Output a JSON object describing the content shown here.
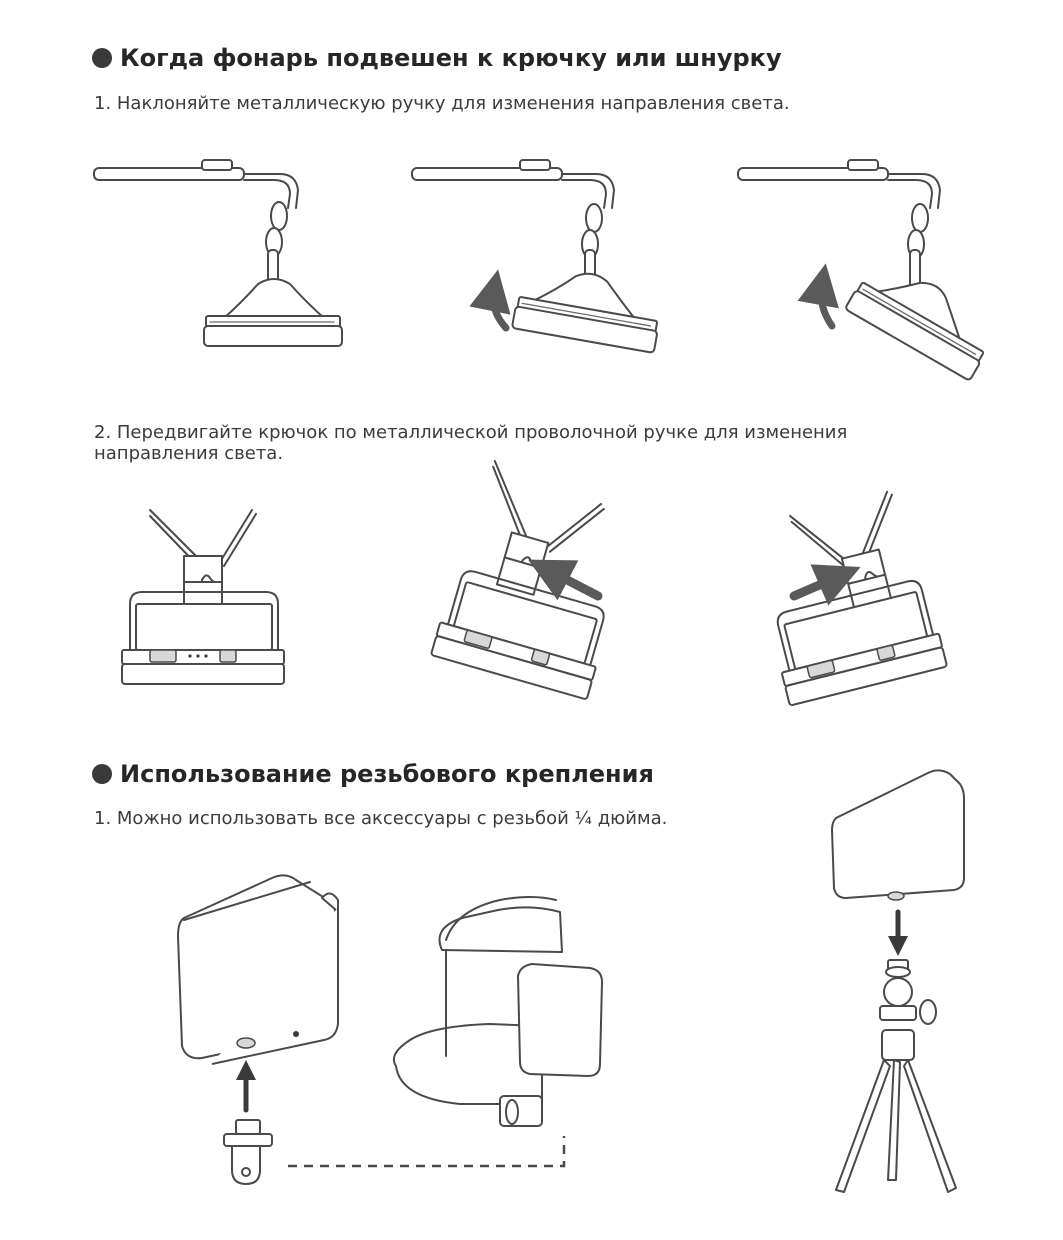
{
  "section_hanging": {
    "title": "Когда фонарь подвешен к крючку или шнурку",
    "step1": "1. Наклоняйте металлическую ручку для изменения направления света.",
    "step2_line1": "2. Передвигайте крючок по металлической проволочной ручке для изменения",
    "step2_line2": "направления света."
  },
  "section_thread": {
    "title": "Использование резьбового крепления",
    "step1": "1. Можно использовать все аксессуары с резьбой ¼ дюйма."
  },
  "icons": [
    "bullet-dot",
    "arrow-curved-up",
    "arrow-straight",
    "arrow-down",
    "arrow-up"
  ],
  "colors": {
    "line": "#4a4a4a",
    "arrow": "#5a5a5a",
    "bullet": "#3a3a3a",
    "text": "#3b3b3b"
  }
}
